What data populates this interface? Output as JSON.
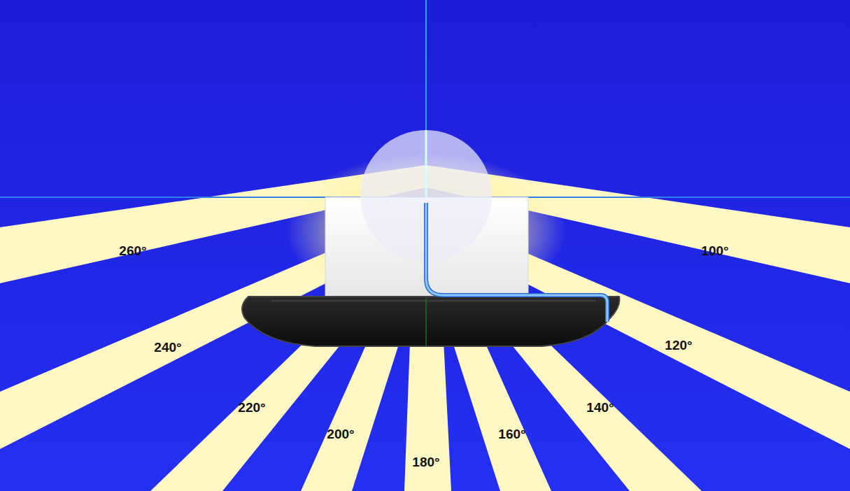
{
  "diagram": {
    "labels": [
      "260°",
      "100°",
      "240°",
      "120°",
      "220°",
      "140°",
      "200°",
      "160°",
      "180°"
    ]
  }
}
